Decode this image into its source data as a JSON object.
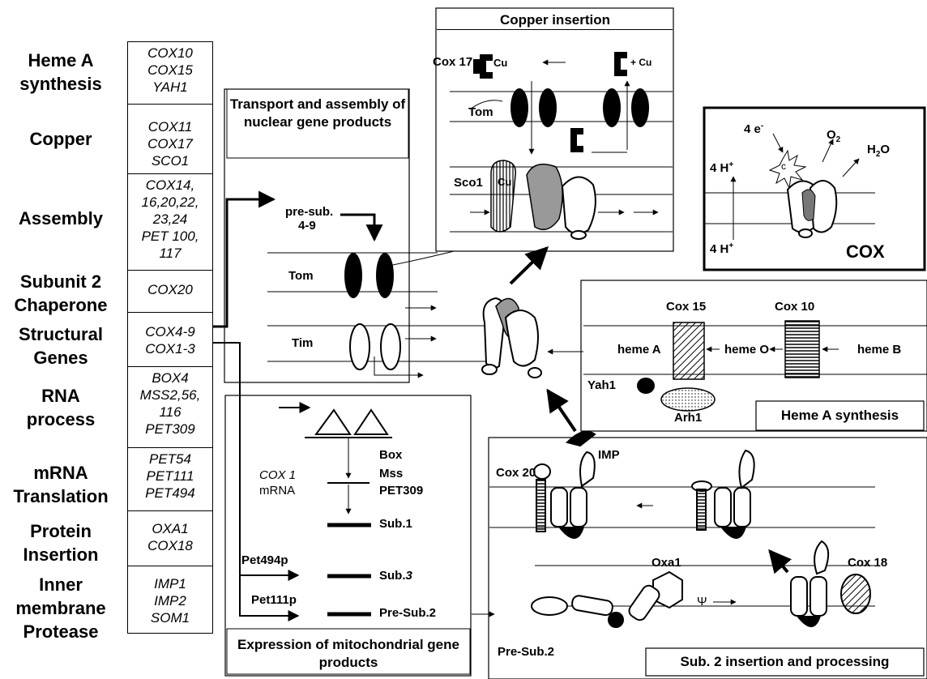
{
  "categories": [
    {
      "name": "Heme A synthesis",
      "genes": [
        "COX10",
        "COX15",
        "YAH1"
      ]
    },
    {
      "name": "Copper",
      "genes": [
        "COX11",
        "COX17",
        "SCO1"
      ]
    },
    {
      "name": "Assembly",
      "genes": [
        "COX14,",
        "16,20,22,",
        "23,24",
        "PET 100,",
        "117"
      ]
    },
    {
      "name": "Subunit 2 Chaperone",
      "genes": [
        "COX20"
      ]
    },
    {
      "name": "Structural Genes",
      "genes": [
        "COX4-9",
        "COX1-3"
      ]
    },
    {
      "name": "RNA process",
      "genes": [
        "BOX4",
        "MSS2,56,",
        "116",
        "PET309"
      ]
    },
    {
      "name": "mRNA Translation",
      "genes": [
        "PET54",
        "PET111",
        "PET494"
      ]
    },
    {
      "name": "Protein Insertion",
      "genes": [
        "OXA1",
        "COX18"
      ]
    },
    {
      "name": "Inner membrane Protease",
      "genes": [
        "IMP1",
        "IMP2",
        "SOM1"
      ]
    }
  ],
  "category_lines": [
    [
      "Heme A",
      "synthesis"
    ],
    [
      "Copper"
    ],
    [
      "Assembly"
    ],
    [
      "Subunit 2",
      "Chaperone"
    ],
    [
      "Structural",
      "Genes"
    ],
    [
      "RNA",
      "process"
    ],
    [
      "mRNA",
      "Translation"
    ],
    [
      "Protein",
      "Insertion"
    ],
    [
      "Inner",
      "membrane",
      "Protease"
    ]
  ],
  "boxes": {
    "transport": "Transport and assembly of nuclear gene products",
    "expression": "Expression of mitochondrial gene products",
    "copper": "Copper insertion",
    "heme": "Heme A synthesis",
    "sub2": "Sub. 2 insertion and processing",
    "cox": "COX"
  },
  "labels": {
    "pre_sub": "pre-sub.",
    "pre_sub_range": "4-9",
    "tom": "Tom",
    "tim": "Tim",
    "cox1": "COX 1",
    "mrna": "mRNA",
    "box": "Box",
    "mss": "Mss",
    "pet309": "PET309",
    "sub1": "Sub.1",
    "sub3_prefix": "Sub.",
    "sub3_num": "3",
    "presub2": "Pre-Sub.2",
    "pet494p": "Pet494p",
    "pet111p": "Pet111p",
    "cox17": "Cox 17",
    "cu": "Cu",
    "plus_cu": "+ Cu",
    "sco1": "Sco1",
    "four_e": "4 e",
    "minus": "-",
    "o2": "O",
    "o2_sub": "2",
    "h2o": "H",
    "h2o_sub": "2",
    "h2o_tail": "O",
    "four_h": "4 H",
    "plus": "+",
    "c": "c",
    "cox15": "Cox 15",
    "cox10": "Cox 10",
    "heme_a": "heme A",
    "heme_o": "heme O",
    "heme_b": "heme B",
    "yah1": "Yah1",
    "arh1": "Arh1",
    "cox20": "Cox 20",
    "imp": "IMP",
    "oxa1": "Oxa1",
    "psi": "Ψ",
    "cox18": "Cox 18",
    "presub2_b": "Pre-Sub.2"
  }
}
